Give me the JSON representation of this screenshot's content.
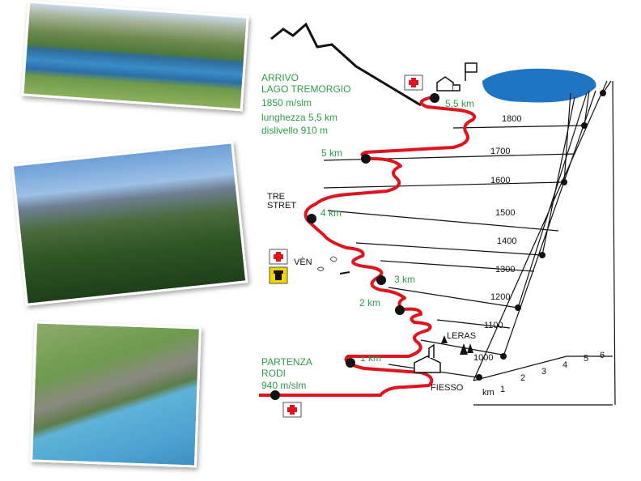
{
  "arrival": {
    "line1": "ARRIVO",
    "line2": "LAGO TREMORGIO",
    "altitude": "1850 m/slm",
    "length": "lunghezza 5,5 km",
    "elevation_gain": "dislivello 910 m"
  },
  "departure": {
    "line1": "PARTENZA",
    "line2": "RODI",
    "altitude": "940 m/slm"
  },
  "places": {
    "tre_stret_1": "TRE",
    "tre_stret_2": "STRET",
    "ven": "VÈN",
    "leras": "LERAS",
    "fiesso": "FIESSO"
  },
  "km_markers": [
    "1 km",
    "2 km",
    "3 km",
    "4 km",
    "5 km",
    "5,5 km"
  ],
  "altitudes": [
    "1000",
    "1100",
    "1200",
    "1300",
    "1400",
    "1500",
    "1600",
    "1700",
    "1800"
  ],
  "km_axis": {
    "unit": "km",
    "ticks": [
      "1",
      "2",
      "3",
      "4",
      "5",
      "6"
    ]
  },
  "colors": {
    "route": "#e0141e",
    "text_green": "#2f9a4a",
    "lake": "#1f74c4"
  }
}
